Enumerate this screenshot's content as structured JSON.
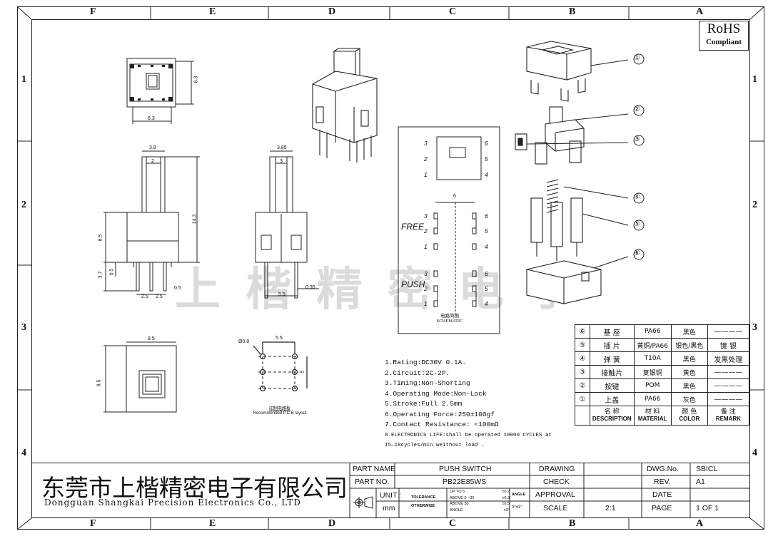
{
  "zones_top": [
    "F",
    "E",
    "D",
    "C",
    "B",
    "A"
  ],
  "zones_side": [
    "1",
    "2",
    "3",
    "4"
  ],
  "rohs": {
    "line1": "RoHS",
    "line2": "Compliant"
  },
  "watermark": [
    "上",
    "楷",
    "精",
    "密",
    "电",
    "子"
  ],
  "dims": {
    "top_w": "6.3",
    "top_h": "6.3",
    "front_w": "3.8",
    "front_inner": "2",
    "front_height": "14.3",
    "front_body": "8.5",
    "front_pin": "3.7",
    "front_pin_small": "0.5",
    "front_pitch1": "2.5",
    "front_pitch2": "2.5",
    "front_pin_w": "0.5",
    "side_w": "3.85",
    "side_inner": "3",
    "side_pitch": "5.5",
    "side_pin_w": "0.35",
    "bottom_w": "8.5",
    "bottom_h": "8.5",
    "pcb_hole": "Ø0.8",
    "pcb_w": "5.5",
    "pcb_h": "5"
  },
  "pcb_caption": {
    "cn": "印制电路板",
    "en": "Recommended P.C.B layout"
  },
  "schematic": {
    "pin_top_left": [
      "3",
      "2",
      "1"
    ],
    "pin_top_right": [
      "6",
      "5",
      "4"
    ],
    "free_label": "FREE",
    "push_label": "PUSH",
    "width_label": "6",
    "caption_cn": "电路简图",
    "caption_en": "SCHEMATIC"
  },
  "notes": [
    "1.Rating:DC30V 0.1A.",
    "2.Circuit:2C-2P.",
    "3.Timing:Non-Shorting",
    "4.Operating Mode:Non-Lock",
    "5.Stroke:Full 2.5mm",
    "6.Operating Force:250±100gf",
    "7.Contact Resistance: <100mΩ",
    "8.ELECTRONICS LIFE:shall be operated 10000 CYCLES at",
    "  15—18cycles/min weithout load ."
  ],
  "callouts": [
    "①",
    "②",
    "③",
    "④",
    "⑤",
    "⑥"
  ],
  "bom": [
    {
      "no": "⑥",
      "desc": "基 座",
      "mat": "PA66",
      "color": "黑色",
      "remark": "————"
    },
    {
      "no": "⑤",
      "desc": "插 片",
      "mat": "黄铜/PA66",
      "color": "银色/黑色",
      "remark": "镀 银"
    },
    {
      "no": "④",
      "desc": "弹 簧",
      "mat": "T10A",
      "color": "黑色",
      "remark": "发黑处理"
    },
    {
      "no": "③",
      "desc": "接触片",
      "mat": "复银铜",
      "color": "黄色",
      "remark": "————"
    },
    {
      "no": "②",
      "desc": "按键",
      "mat": "POM",
      "color": "黑色",
      "remark": "————"
    },
    {
      "no": "①",
      "desc": "上盖",
      "mat": "PA66",
      "color": "灰色",
      "remark": "————"
    }
  ],
  "bom_header": {
    "desc_cn": "名 称",
    "desc_en": "DESCRIPTION",
    "mat_cn": "材 料",
    "mat_en": "MATERIAL",
    "color_cn": "颜 色",
    "color_en": "COLOR",
    "remark_cn": "备 注",
    "remark_en": "REMARK"
  },
  "title_block": {
    "company_cn": "东莞市上楷精密电子有限公司",
    "company_en": "Dongguan Shangkai Precision Electronics Co., LTD",
    "part_name_label": "PART NAME",
    "part_name": "PUSH SWITCH",
    "part_no_label": "PART NO.",
    "part_no": "PB22E85WS",
    "unit_label": "UNIT :",
    "unit": "mm",
    "tol_label1": "TOLERANCE",
    "tol_label2": "OTHERWISE",
    "tol_r1": "UP TO 5",
    "tol_r1v": "±0.2",
    "tol_r2": "ABOVE 5 ~30",
    "tol_r2v": "±0.3",
    "tol_r3": "ABOVE 30",
    "tol_r3v": "±0.5",
    "tol_r4": "ANGLE",
    "tol_r4v": "±3°",
    "angle_label": "ANGLE",
    "angle_val": "0°±3°",
    "drawing": "DRAWING",
    "check": "CHECK",
    "approval": "APPROVAL",
    "scale_label": "SCALE",
    "scale": "2:1",
    "dwg_label": "DWG.No.",
    "dwg": "SBICL",
    "rev_label": "REV.",
    "rev": "A1",
    "date_label": "DATE",
    "date": "",
    "page_label": "PAGE",
    "page": "1 OF 1"
  }
}
